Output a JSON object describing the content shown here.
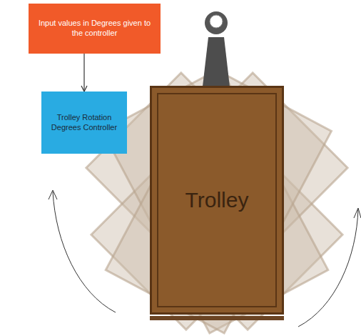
{
  "diagram": {
    "nodes": [
      {
        "text": [
          "Input values in Degrees given to the controller"
        ]
      },
      {
        "text": [
          "Trolley Rotation Degrees Controller"
        ]
      },
      {
        "text": [
          "Trolley"
        ]
      }
    ],
    "edges": [
      {
        "from": 0,
        "to": 1,
        "arrow": "to"
      }
    ]
  }
}
